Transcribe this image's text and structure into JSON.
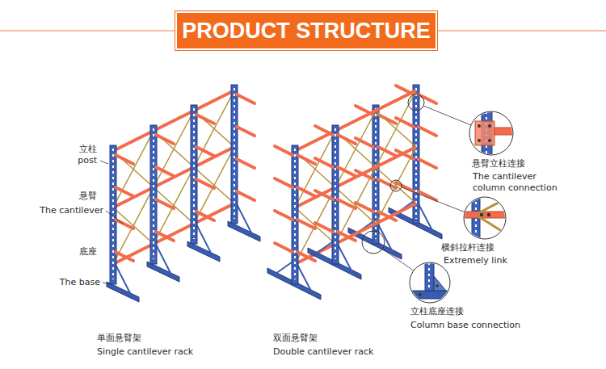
{
  "diagram": {
    "title": "PRODUCT STRUCTURE",
    "labels": [
      "立柱",
      "post",
      "悬臂",
      "The cantilever",
      "底座",
      "The base",
      "单面悬臂架",
      "Single cantilever rack",
      "双面悬臂架",
      "Double cantilever rack",
      "悬臂立柱连接",
      "The cantilever column connection",
      "横斜拉杆连接",
      "Extremely link",
      "立柱底座连接",
      "Column base connection"
    ]
  }
}
